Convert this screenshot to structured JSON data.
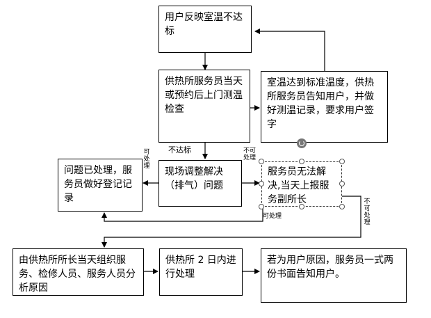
{
  "nodes": {
    "report": "用户反映室温不达标",
    "inspect": "供热所服务员当天或预约后上门测温检查",
    "reached": "室温达到标准温度，供热所服务员告知用户，并做好测温记录，要求用户签字",
    "adjust": "现场调整解决（排气）问题",
    "done": "问题已处理，服务员做好登记记录",
    "escalate": "服务员无法解决,当天上报服务副所长",
    "organize": "由供热所所长当天组织服务、检修人员、服务人员分析原因",
    "process": "供热所 2 日内进行处理",
    "notify": "若为用户原因，服务员一式两份书面告知用户。"
  },
  "labels": {
    "not_reached": "不达标",
    "can_handle": "可处理",
    "cannot_handle": "不可处理",
    "can_handle_2": "可处理",
    "cannot_handle_2": "不可处理"
  }
}
